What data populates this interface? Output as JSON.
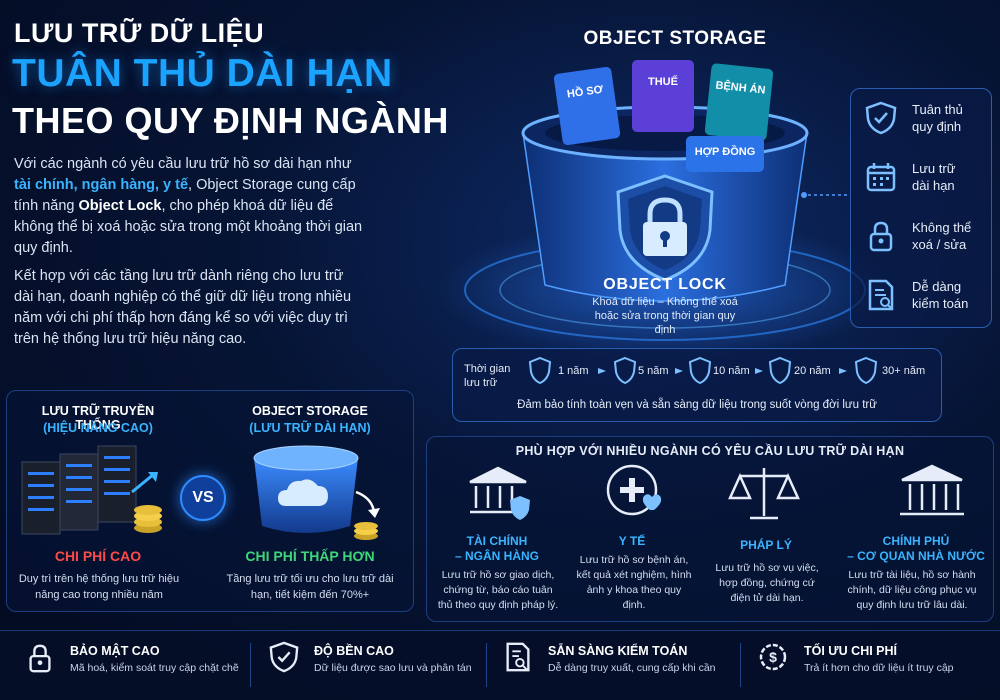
{
  "title": {
    "line1": "LƯU TRỮ DỮ LIỆU",
    "line2": "TUÂN THỦ DÀI HẠN",
    "line3": "THEO QUY ĐỊNH NGÀNH"
  },
  "intro": {
    "p1_a": "Với các ngành có yêu cầu lưu trữ hồ sơ dài hạn như ",
    "p1_hl": "tài chính, ngân hàng, y tế",
    "p1_b": ", Object Storage cung cấp tính năng ",
    "p1_bold": "Object Lock",
    "p1_c": ", cho phép khoá dữ liệu để không thể bị xoá hoặc sửa trong một khoảng thời gian quy định.",
    "p2": "Kết hợp với các tầng lưu trữ dành riêng cho lưu trữ dài hạn, doanh nghiệp có thể giữ dữ liệu trong nhiều năm với chi phí thấp hơn đáng kể so với việc duy trì trên hệ thống lưu trữ hiệu năng cao."
  },
  "compare": {
    "left_title": "LƯU TRỮ TRUYỀN THỐNG",
    "left_sub": "(HIỆU NĂNG CAO)",
    "left_cost": "CHI PHÍ CAO",
    "left_desc": "Duy trì trên hệ thống lưu trữ hiệu năng cao trong nhiều năm",
    "vs": "VS",
    "right_title": "OBJECT STORAGE",
    "right_sub": "(LƯU TRỮ DÀI HẠN)",
    "right_cost": "CHI PHÍ THẤP HƠN",
    "right_desc": "Tầng lưu trữ tối ưu cho lưu trữ dài hạn, tiết kiệm đến 70%+"
  },
  "center": {
    "title": "OBJECT STORAGE",
    "docs": [
      "HỒ SƠ",
      "THUẾ",
      "BỆNH ÁN",
      "HỢP ĐỒNG"
    ],
    "lock_title": "OBJECT LOCK",
    "lock_desc": "Khoá dữ liệu – Không thể xoá hoặc sửa trong thời gian quy định"
  },
  "features": [
    {
      "icon": "shield-check-icon",
      "label_a": "Tuân thủ",
      "label_b": "quy định"
    },
    {
      "icon": "calendar-icon",
      "label_a": "Lưu trữ",
      "label_b": "dài hạn"
    },
    {
      "icon": "lock-icon",
      "label_a": "Không thể",
      "label_b": "xoá / sửa"
    },
    {
      "icon": "audit-doc-icon",
      "label_a": "Dễ dàng",
      "label_b": "kiểm toán"
    }
  ],
  "retention": {
    "label_a": "Thời gian",
    "label_b": "lưu trữ",
    "steps": [
      "1 năm",
      "5 năm",
      "10 năm",
      "20 năm",
      "30+ năm"
    ],
    "footer": "Đảm bảo tính toàn vẹn và sẵn sàng dữ liệu trong suốt vòng đời lưu trữ"
  },
  "industries": {
    "title": "PHÙ HỢP VỚI NHIỀU NGÀNH CÓ YÊU CẦU LƯU TRỮ DÀI HẠN",
    "items": [
      {
        "name_a": "TÀI CHÍNH",
        "name_b": "– NGÂN HÀNG",
        "desc": "Lưu trữ hồ sơ giao dịch, chứng từ, báo cáo tuân thủ theo quy định pháp lý."
      },
      {
        "name_a": "Y TẾ",
        "name_b": "",
        "desc": "Lưu trữ hồ sơ bệnh án, kết quả xét nghiệm, hình ảnh y khoa theo quy định."
      },
      {
        "name_a": "PHÁP LÝ",
        "name_b": "",
        "desc": "Lưu trữ hồ sơ vụ việc, hợp đồng, chứng cứ điện tử dài hạn."
      },
      {
        "name_a": "CHÍNH PHỦ",
        "name_b": "– CƠ QUAN NHÀ NƯỚC",
        "desc": "Lưu trữ tài liệu, hồ sơ hành chính, dữ liệu công phục vụ quy định lưu trữ lâu dài."
      }
    ]
  },
  "bottom": [
    {
      "icon": "lock-icon",
      "title": "BẢO MẬT CAO",
      "desc": "Mã hoá, kiểm soát truy cập chặt chẽ"
    },
    {
      "icon": "shield-check-icon",
      "title": "ĐỘ BỀN CAO",
      "desc": "Dữ liệu được sao lưu và phân tán"
    },
    {
      "icon": "search-doc-icon",
      "title": "SẴN SÀNG KIỂM TOÁN",
      "desc": "Dễ dàng truy xuất, cung cấp khi cần"
    },
    {
      "icon": "cost-gear-icon",
      "title": "TỐI ƯU CHI PHÍ",
      "desc": "Trả ít hơn cho dữ liệu ít truy cập"
    }
  ],
  "colors": {
    "accent": "#1aa3ff",
    "red": "#ff4a4a",
    "green": "#3fd67a",
    "background": "#061434"
  }
}
